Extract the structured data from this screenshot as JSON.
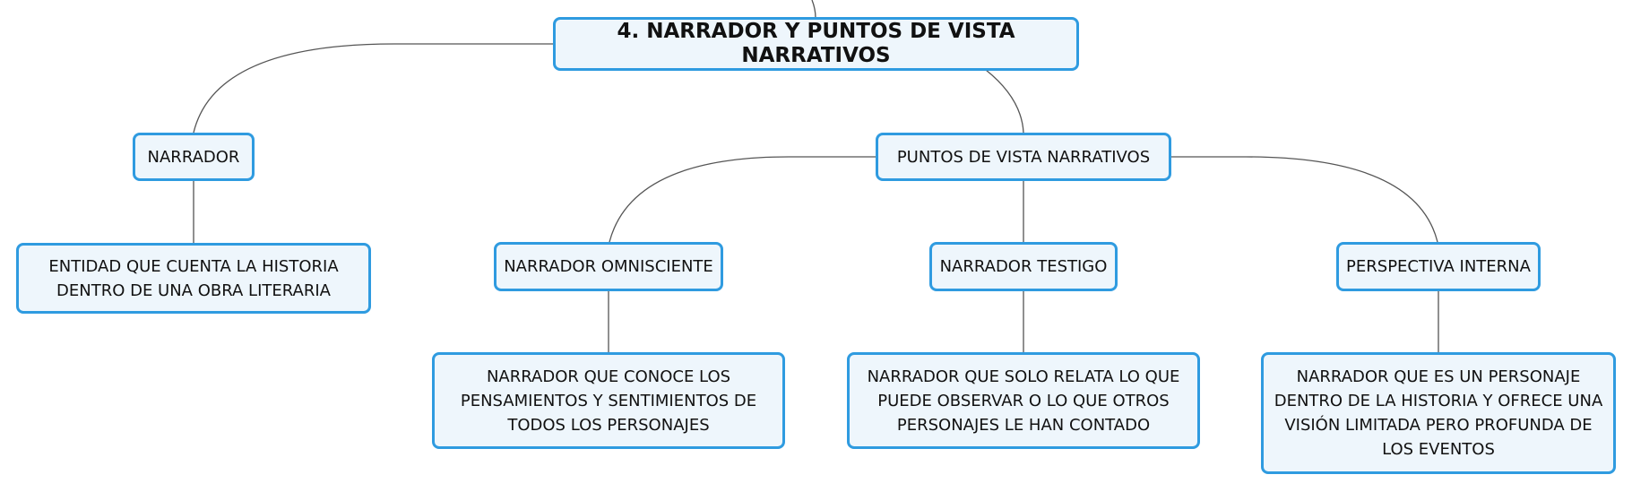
{
  "colors": {
    "node_fill": "#eef6fc",
    "node_border": "#2f9be0",
    "connector": "#555555",
    "text": "#111111"
  },
  "nodes": {
    "root": "4. NARRADOR Y PUNTOS DE VISTA NARRATIVOS",
    "narrador": "NARRADOR",
    "narrador_def": "ENTIDAD QUE CUENTA LA HISTORIA DENTRO DE UNA OBRA LITERARIA",
    "puntos": "PUNTOS DE VISTA NARRATIVOS",
    "omnisciente": "NARRADOR OMNISCIENTE",
    "omnisciente_def": "NARRADOR QUE CONOCE LOS PENSAMIENTOS Y SENTIMIENTOS DE TODOS LOS PERSONAJES",
    "testigo": "NARRADOR TESTIGO",
    "testigo_def": "NARRADOR QUE SOLO RELATA LO QUE PUEDE OBSERVAR O LO QUE OTROS PERSONAJES LE HAN CONTADO",
    "interna": "PERSPECTIVA INTERNA",
    "interna_def": "NARRADOR QUE ES UN PERSONAJE DENTRO DE LA HISTORIA Y OFRECE UNA VISIÓN LIMITADA PERO PROFUNDA DE LOS EVENTOS"
  }
}
